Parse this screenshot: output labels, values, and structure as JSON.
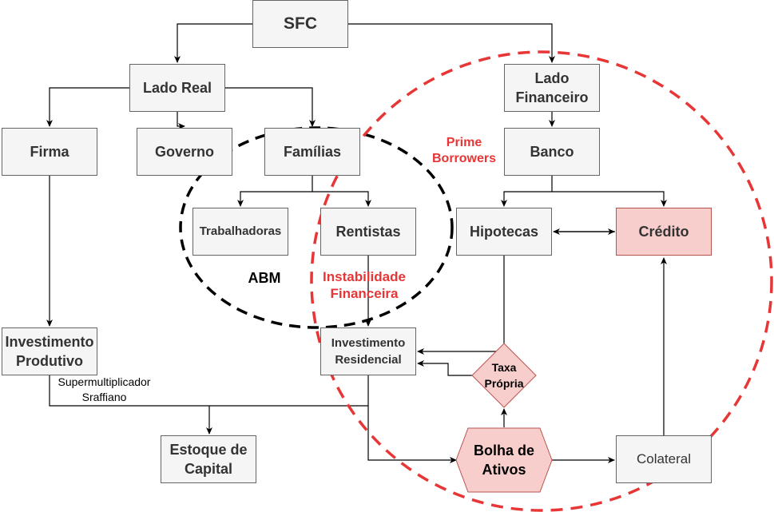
{
  "nodes": {
    "sfc": "SFC",
    "lado_real": "Lado Real",
    "lado_financeiro": "Lado Financeiro",
    "firma": "Firma",
    "governo": "Governo",
    "familias": "Famílias",
    "banco": "Banco",
    "trabalhadoras": "Trabalhadoras",
    "rentistas": "Rentistas",
    "hipotecas": "Hipotecas",
    "credito": "Crédito",
    "investimento_produtivo": "Investimento Produtivo",
    "investimento_residencial": "Investimento Residencial",
    "taxa_propria": "Taxa Própria",
    "estoque_de_capital": "Estoque de Capital",
    "bolha_de_ativos": "Bolha de Ativos",
    "colateral": "Colateral"
  },
  "labels": {
    "abm": "ABM",
    "prime_borrowers": "Prime Borrowers",
    "instabilidade_financeira": "Instabilidade Financeira",
    "supermultiplicador_sraffiano": "Supermultiplicador Sraffiano"
  },
  "colors": {
    "box_fill": "#f5f5f5",
    "box_stroke": "#666666",
    "highlight_fill": "#f8cecc",
    "highlight_stroke": "#b85450",
    "red_annotation": "#e83535",
    "black_dashed": "#000000"
  }
}
